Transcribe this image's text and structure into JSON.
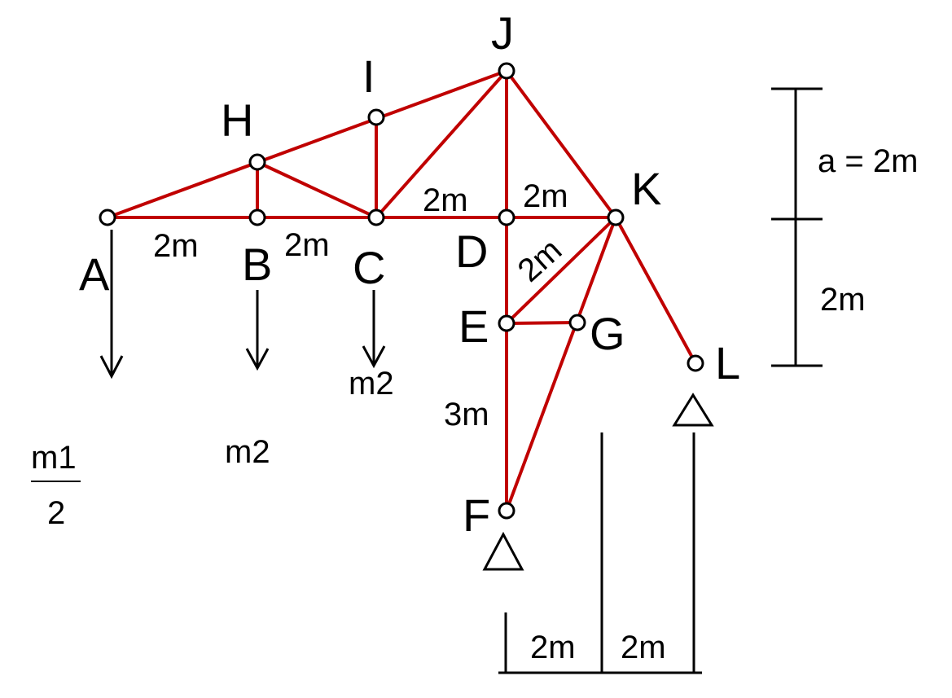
{
  "nodes": {
    "A": "A",
    "B": "B",
    "C": "C",
    "D": "D",
    "E": "E",
    "F": "F",
    "G": "G",
    "H": "H",
    "I": "I",
    "J": "J",
    "K": "K",
    "L": "L"
  },
  "dimensions": {
    "ab": "2m",
    "bc": "2m",
    "cd": "2m",
    "dk": "2m",
    "dk_diag": "2m",
    "ef": "3m",
    "bottom_left": "2m",
    "bottom_right": "2m",
    "right_top": "a = 2m",
    "right_bottom": "2m"
  },
  "loads": {
    "c_load": "m2",
    "b_load": "m2",
    "a_load_num": "m1",
    "a_load_den": "2"
  },
  "colors": {
    "member": "#c00000",
    "ink": "#000000"
  }
}
